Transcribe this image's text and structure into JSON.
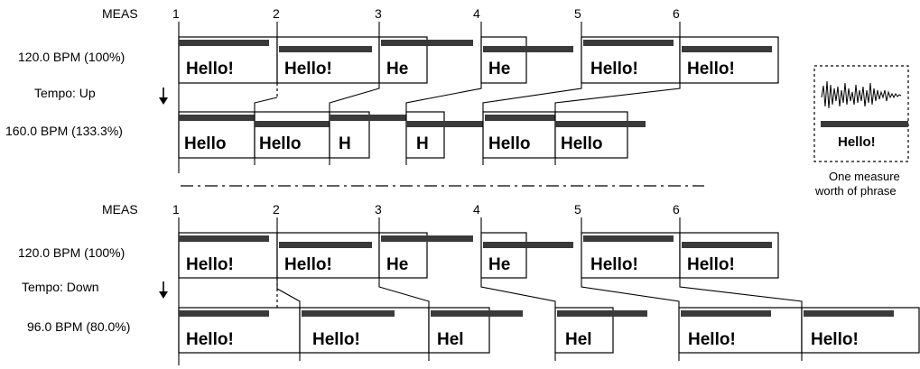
{
  "sections": [
    {
      "meas_prefix": "MEAS",
      "measure_numbers": [
        "1",
        "2",
        "3",
        "4",
        "5",
        "6"
      ],
      "original_label": "120.0 BPM (100%)",
      "tempo_label": "Tempo: Up",
      "tempo_arrow": "down-arrow-icon",
      "new_label": "160.0 BPM (133.3%)",
      "original_words": [
        "Hello!",
        "Hello!",
        "He",
        "He",
        "Hello!",
        "Hello!"
      ],
      "new_words": [
        "Hello",
        "Hello",
        "H",
        "H",
        "Hello",
        "Hello"
      ]
    },
    {
      "meas_prefix": "MEAS",
      "measure_numbers": [
        "1",
        "2",
        "3",
        "4",
        "5",
        "6"
      ],
      "original_label": "120.0 BPM (100%)",
      "tempo_label": "Tempo: Down",
      "tempo_arrow": "down-arrow-icon",
      "new_label": "96.0 BPM (80.0%)",
      "original_words": [
        "Hello!",
        "Hello!",
        "He",
        "He",
        "Hello!",
        "Hello!"
      ],
      "new_words": [
        "Hello!",
        "Hello!",
        "Hel",
        "Hel",
        "Hello!",
        "Hello!"
      ]
    }
  ],
  "legend": {
    "word": "Hello!",
    "caption_line1": "One measure",
    "caption_line2": "worth of phrase"
  },
  "colors": {
    "ink": "#000000",
    "bar": "#3a3a3a",
    "background": "#ffffff"
  }
}
